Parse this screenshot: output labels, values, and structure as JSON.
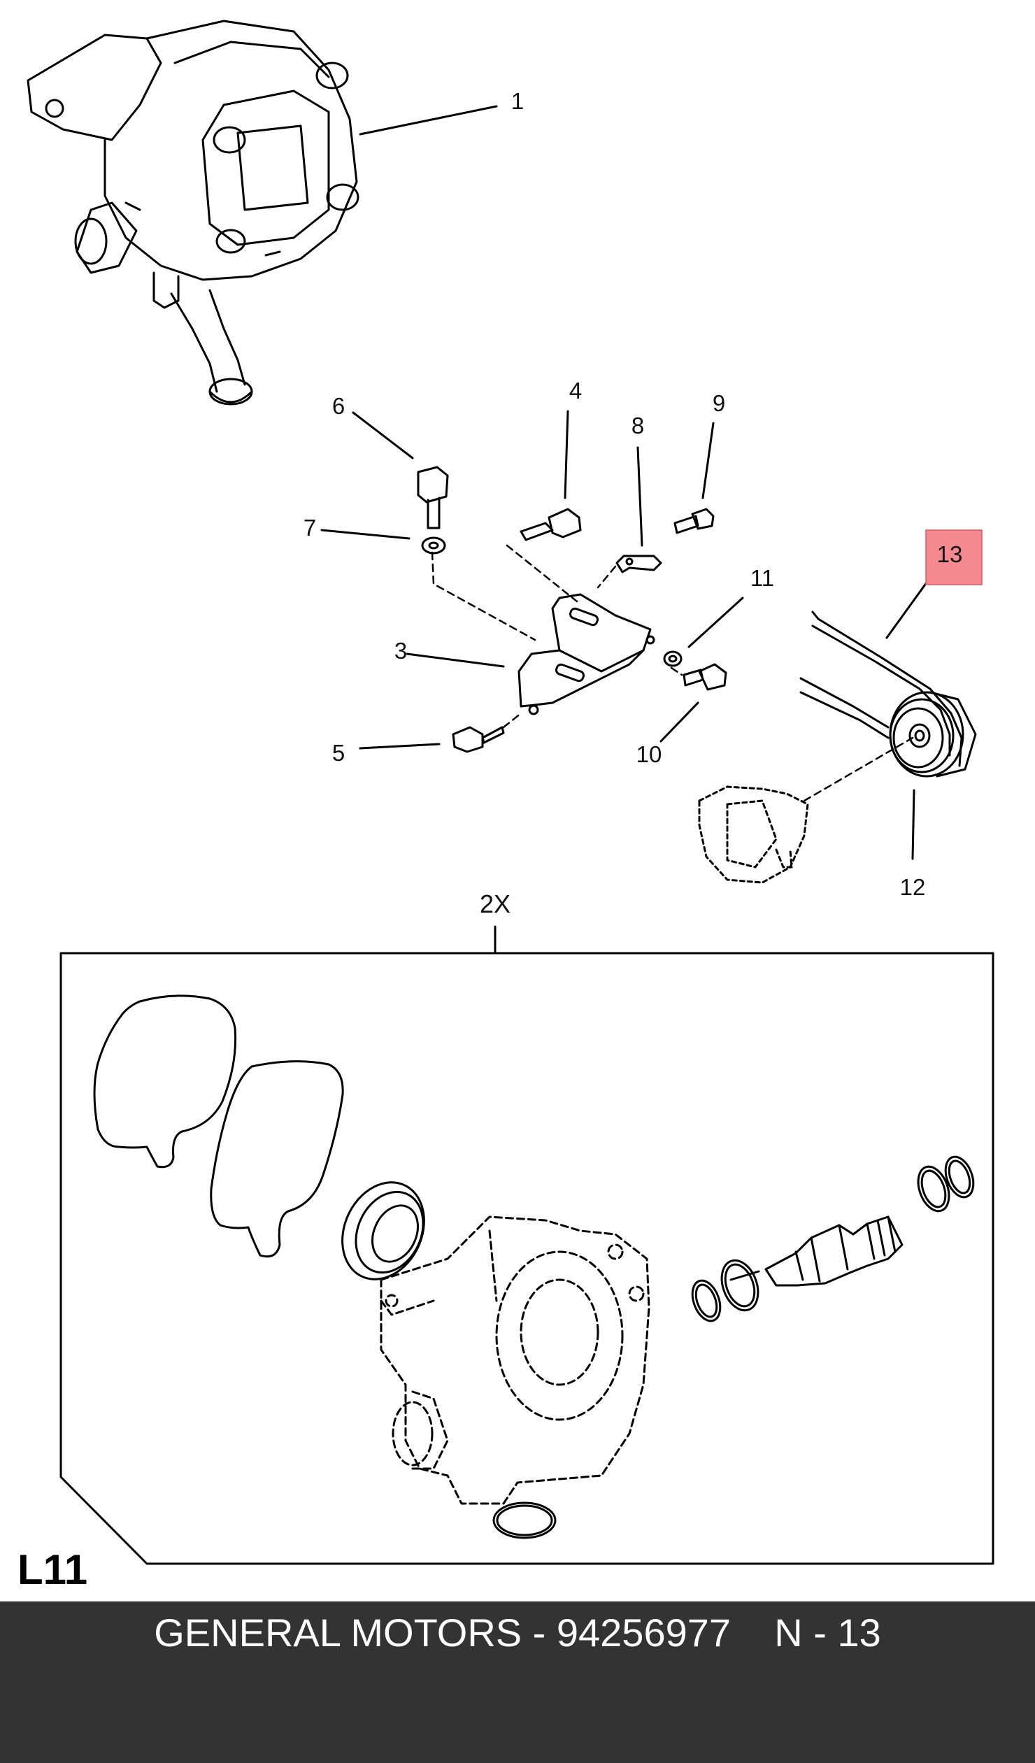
{
  "callouts": {
    "c1": "1",
    "c3": "3",
    "c4": "4",
    "c5": "5",
    "c6": "6",
    "c7": "7",
    "c8": "8",
    "c9": "9",
    "c10": "10",
    "c11": "11",
    "c12": "12",
    "c13": "13"
  },
  "highlight_color": "#f48a8f",
  "kit": {
    "label": "2X"
  },
  "section_label": "L11",
  "footer": {
    "brand": "GENERAL MOTORS",
    "separator": " - ",
    "part_number": "94256977",
    "page": "N - 13"
  }
}
